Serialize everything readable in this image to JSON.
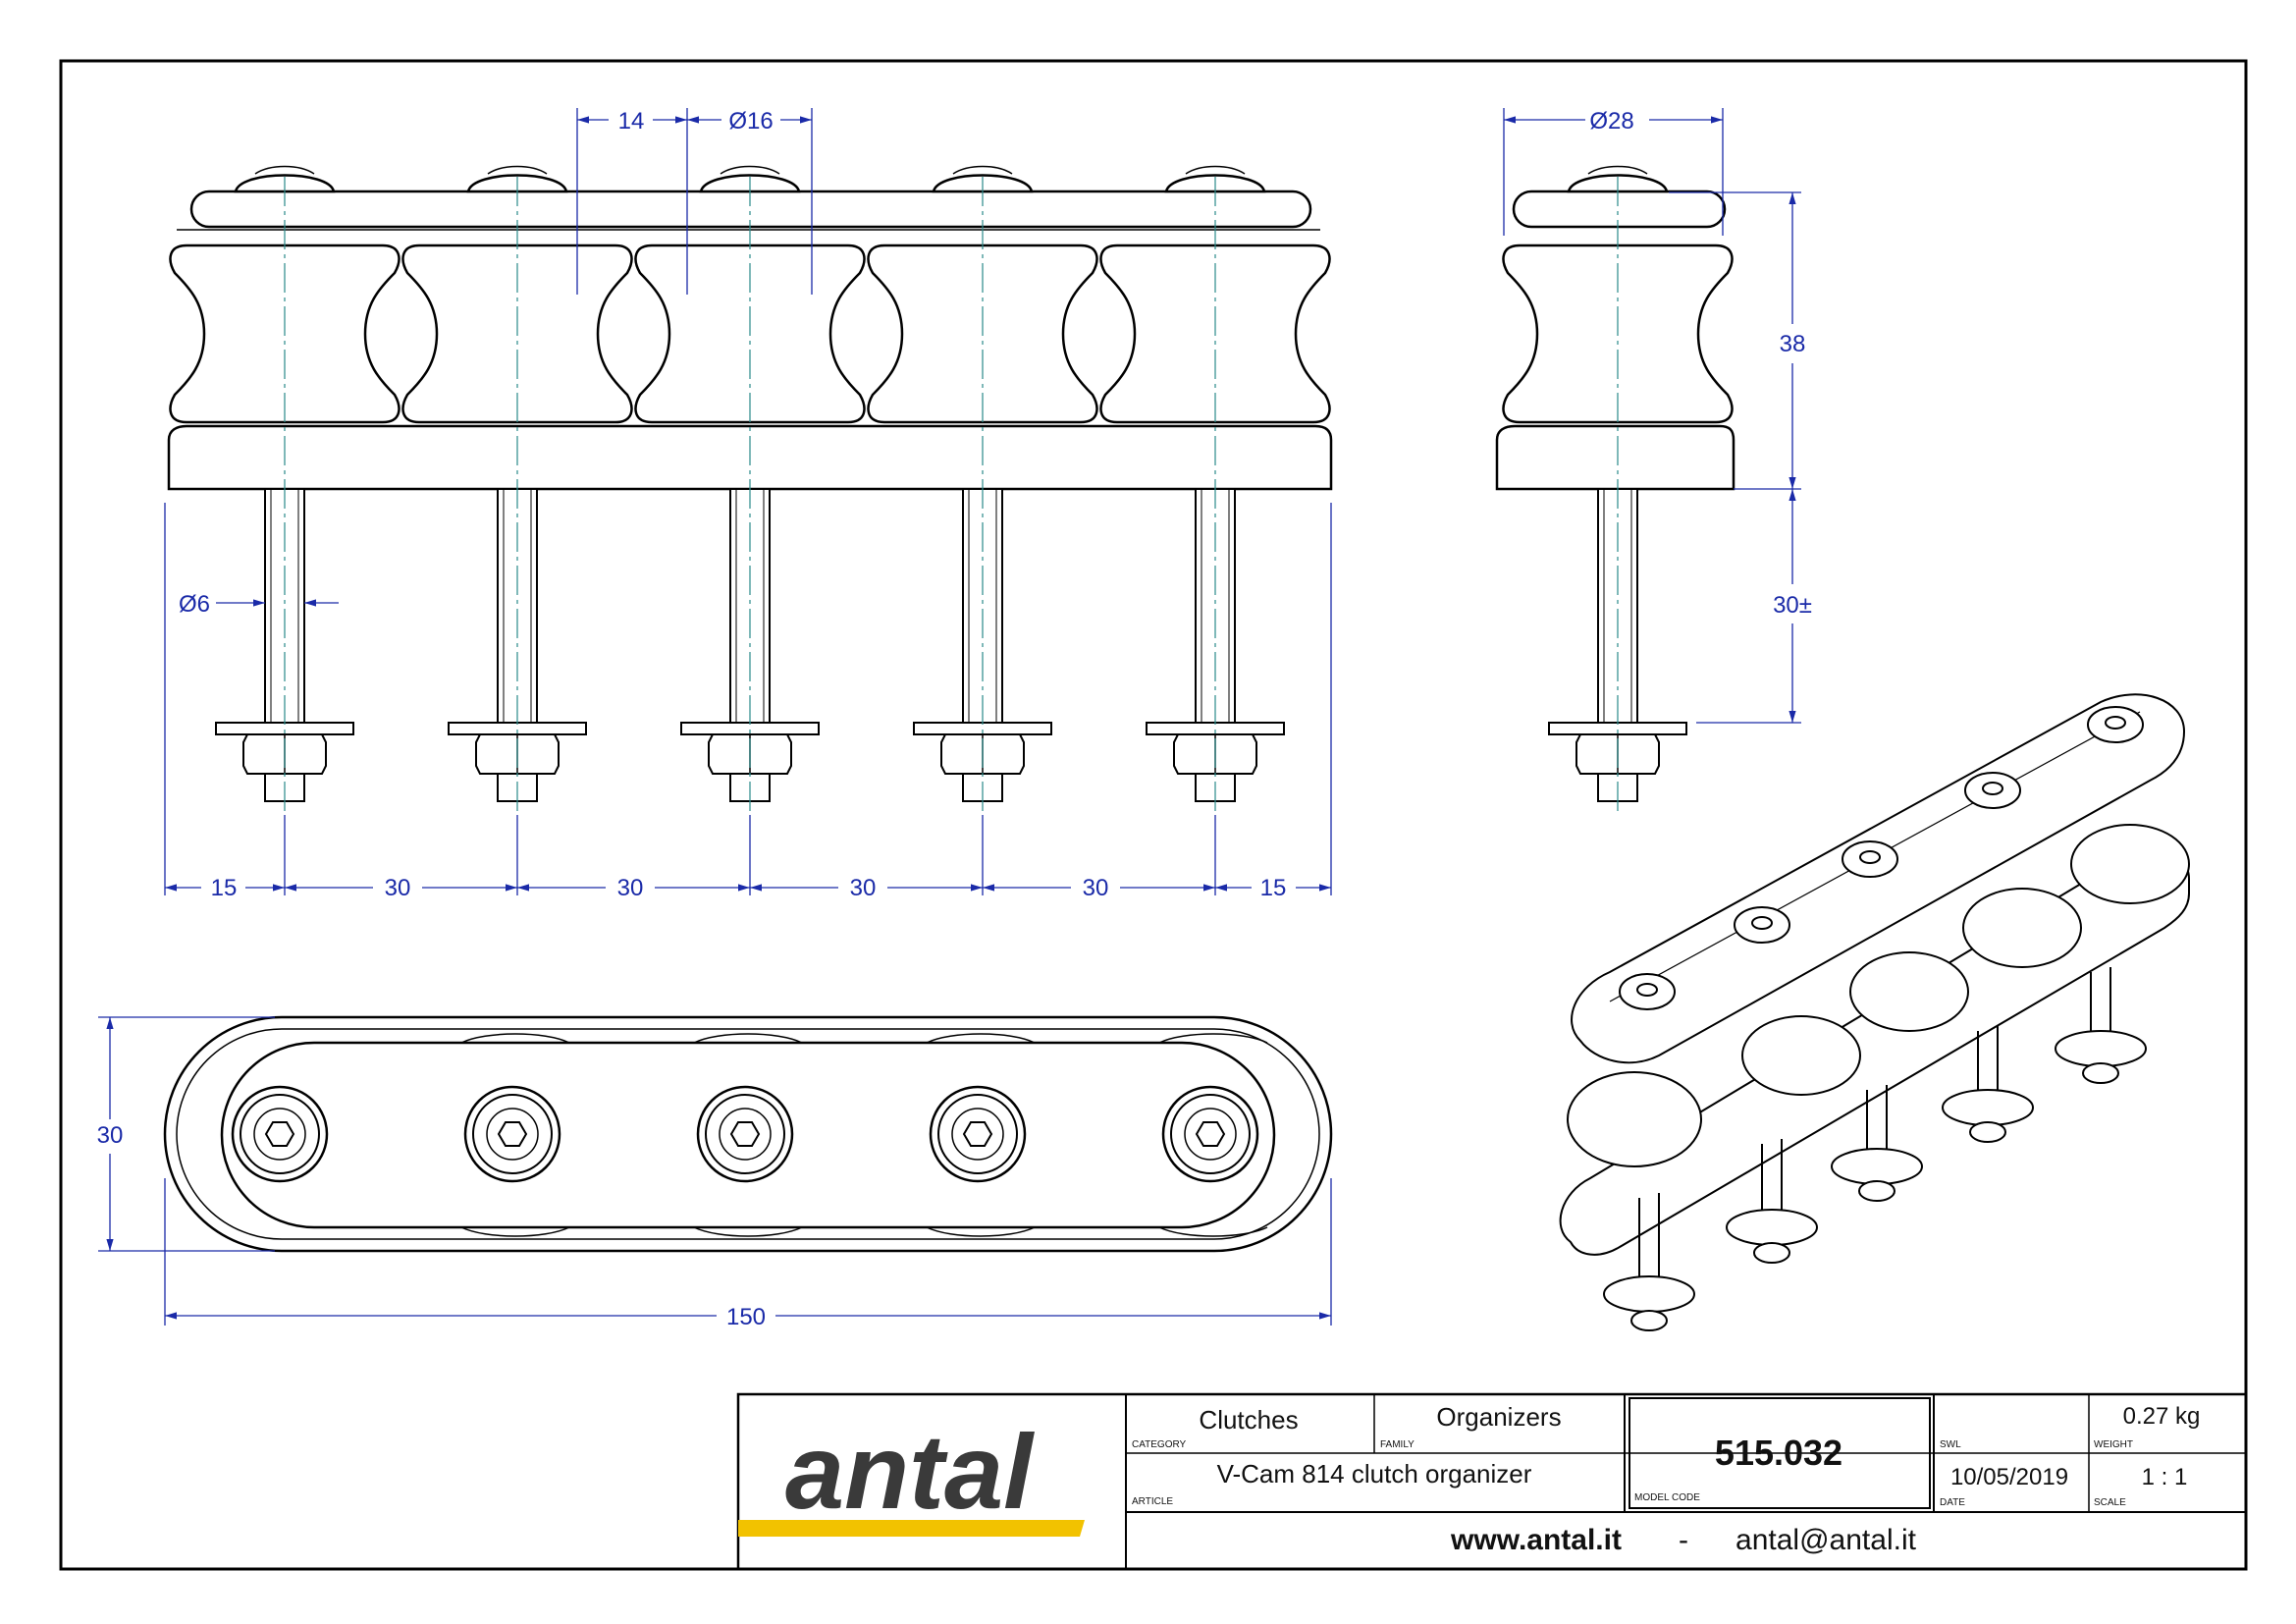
{
  "drawing": {
    "dimensions": {
      "pitch": "14",
      "roller_dia_top": "Ø16",
      "roller_dia_side": "Ø28",
      "bolt_dia": "Ø6",
      "height": "38",
      "bolt_length": "30±",
      "end_offset_left": "15",
      "spacing_1": "30",
      "spacing_2": "30",
      "spacing_3": "30",
      "spacing_4": "30",
      "end_offset_right": "15",
      "width": "30",
      "length": "150"
    }
  },
  "title_block": {
    "logo_text": "antal",
    "category_value": "Clutches",
    "category_label": "CATEGORY",
    "family_value": "Organizers",
    "family_label": "FAMILY",
    "article_value": "V-Cam 814 clutch organizer",
    "article_label": "ARTICLE",
    "model_code_value": "515.032",
    "model_code_label": "MODEL CODE",
    "swl_label": "SWL",
    "weight_value": "0.27 kg",
    "weight_label": "WEIGHT",
    "date_value": "10/05/2019",
    "date_label": "DATE",
    "scale_value": "1 : 1",
    "scale_label": "SCALE",
    "website": "www.antal.it",
    "separator": "-",
    "email": "antal@antal.it"
  },
  "colors": {
    "dimension": "#1a2aa8",
    "centerline": "#2a8a8a",
    "logo_yellow": "#f2c200",
    "logo_text": "#3a3a3a"
  }
}
